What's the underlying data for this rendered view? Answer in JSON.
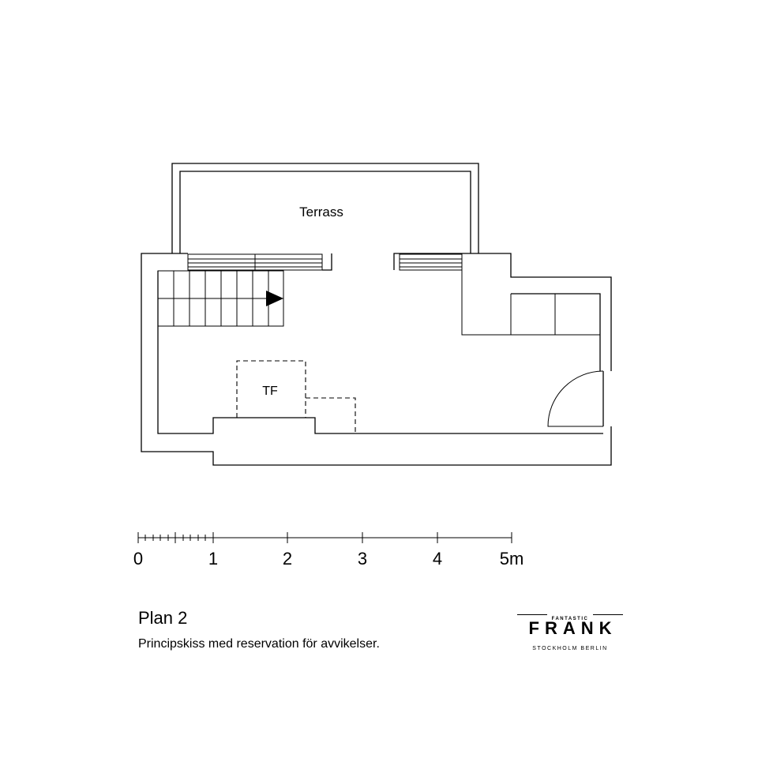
{
  "rooms": {
    "terrace": "Terrass",
    "tf": "TF"
  },
  "scale": {
    "labels": [
      "0",
      "1",
      "2",
      "3",
      "4",
      "5m"
    ]
  },
  "caption": {
    "title": "Plan 2",
    "subtitle": "Principskiss med reservation för avvikelser."
  },
  "logo": {
    "top": "FANTASTIC",
    "main": "FRANK",
    "sub": "STOCKHOLM  BERLIN"
  }
}
